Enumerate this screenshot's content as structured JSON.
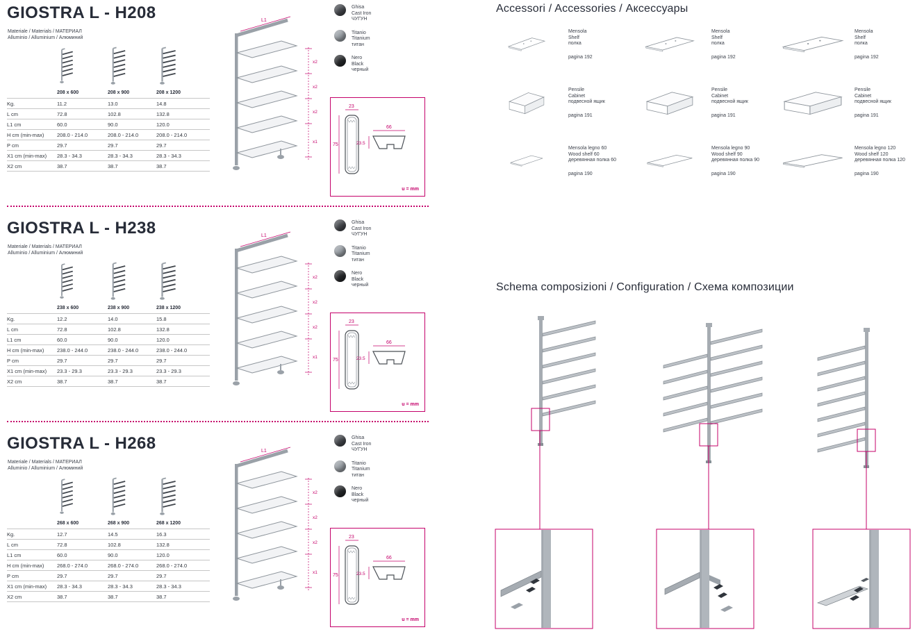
{
  "palette": {
    "accent": "#c4006a",
    "ink": "#272c38",
    "illustration_gray": "#8d949b"
  },
  "materials": {
    "line1": "Materiale / Materials / МАТЕРИАЛ",
    "line2": "Alluminio / Alluminium / Алюминий"
  },
  "finishes": [
    {
      "it": "Ghisa",
      "en": "Cast Iron",
      "ru": "ЧУГУН",
      "hex": "#45484d"
    },
    {
      "it": "Titanio",
      "en": "Titanium",
      "ru": "титан",
      "hex": "#989ea4"
    },
    {
      "it": "Nero",
      "en": "Black",
      "ru": "черный",
      "hex": "#26282b"
    }
  ],
  "profile_detail": {
    "width_top": "23",
    "height_left": "75",
    "width_right": "66",
    "height_right": "23.5",
    "unit": "u = mm"
  },
  "diagram_labels": {
    "top": "L1",
    "mid": "x2",
    "bottom": "x1"
  },
  "icons": {
    "ladder": "ladder-icon",
    "isometric_unit": "isometric-shelving-diagram",
    "profile": "profile-cross-section",
    "shelf": "shelf-icon",
    "cabinet": "cabinet-icon",
    "wood_shelf": "wood-shelf-icon"
  },
  "sections": [
    {
      "title": "GIOSTRA L - H208",
      "variants": [
        "208 x 600",
        "208 x 900",
        "208 x 1200"
      ],
      "rows": [
        [
          "Kg.",
          "11.2",
          "13.0",
          "14.8"
        ],
        [
          "L cm",
          "72.8",
          "102.8",
          "132.8"
        ],
        [
          "L1 cm",
          "60.0",
          "90.0",
          "120.0"
        ],
        [
          "H cm (min-max)",
          "208.0 - 214.0",
          "208.0 - 214.0",
          "208.0 - 214.0"
        ],
        [
          "P cm",
          "29.7",
          "29.7",
          "29.7"
        ],
        [
          "X1 cm (min-max)",
          "28.3 - 34.3",
          "28.3 - 34.3",
          "28.3 - 34.3"
        ],
        [
          "X2 cm",
          "38.7",
          "38.7",
          "38.7"
        ]
      ]
    },
    {
      "title": "GIOSTRA L - H238",
      "variants": [
        "238 x 600",
        "238 x 900",
        "238 x 1200"
      ],
      "rows": [
        [
          "Kg.",
          "12.2",
          "14.0",
          "15.8"
        ],
        [
          "L cm",
          "72.8",
          "102.8",
          "132.8"
        ],
        [
          "L1 cm",
          "60.0",
          "90.0",
          "120.0"
        ],
        [
          "H cm (min-max)",
          "238.0 - 244.0",
          "238.0 - 244.0",
          "238.0 - 244.0"
        ],
        [
          "P cm",
          "29.7",
          "29.7",
          "29.7"
        ],
        [
          "X1 cm (min-max)",
          "23.3 - 29.3",
          "23.3 - 29.3",
          "23.3 - 29.3"
        ],
        [
          "X2 cm",
          "38.7",
          "38.7",
          "38.7"
        ]
      ]
    },
    {
      "title": "GIOSTRA L - H268",
      "variants": [
        "268 x 600",
        "268 x 900",
        "268 x 1200"
      ],
      "rows": [
        [
          "Kg.",
          "12.7",
          "14.5",
          "16.3"
        ],
        [
          "L cm",
          "72.8",
          "102.8",
          "132.8"
        ],
        [
          "L1 cm",
          "60.0",
          "90.0",
          "120.0"
        ],
        [
          "H cm (min-max)",
          "268.0 - 274.0",
          "268.0 - 274.0",
          "268.0 - 274.0"
        ],
        [
          "P cm",
          "29.7",
          "29.7",
          "29.7"
        ],
        [
          "X1 cm (min-max)",
          "28.3 - 34.3",
          "28.3 - 34.3",
          "28.3 - 34.3"
        ],
        [
          "X2 cm",
          "38.7",
          "38.7",
          "38.7"
        ]
      ]
    }
  ],
  "accessories": {
    "title": "Accessori / Accessories / Аксессуары",
    "items": [
      {
        "name_it": "Mensola",
        "name_en": "Shelf",
        "name_ru": "полка",
        "page": "pagina 192",
        "icon": "shelf-icon"
      },
      {
        "name_it": "Mensola",
        "name_en": "Shelf",
        "name_ru": "полка",
        "page": "pagina 192",
        "icon": "shelf-icon"
      },
      {
        "name_it": "Mensola",
        "name_en": "Shelf",
        "name_ru": "полка",
        "page": "pagina 192",
        "icon": "shelf-icon"
      },
      {
        "name_it": "Pensile",
        "name_en": "Cabinet",
        "name_ru": "подвесной ящик",
        "page": "pagina 191",
        "icon": "cabinet-icon"
      },
      {
        "name_it": "Pensile",
        "name_en": "Cabinet",
        "name_ru": "подвесной ящик",
        "page": "pagina 191",
        "icon": "cabinet-icon"
      },
      {
        "name_it": "Pensile",
        "name_en": "Cabinet",
        "name_ru": "подвесной ящик",
        "page": "pagina 191",
        "icon": "cabinet-icon"
      },
      {
        "name_it": "Mensola legno 60",
        "name_en": "Wood shelf 60",
        "name_ru": "деревянная полка 60",
        "page": "pagina 190",
        "icon": "wood-shelf-icon"
      },
      {
        "name_it": "Mensola legno 90",
        "name_en": "Wood shelf 90",
        "name_ru": "деревянная полка 90",
        "page": "pagina 190",
        "icon": "wood-shelf-icon"
      },
      {
        "name_it": "Mensola legno 120",
        "name_en": "Wood shelf 120",
        "name_ru": "деревянная полка 120",
        "page": "pagina 190",
        "icon": "wood-shelf-icon"
      }
    ]
  },
  "schema": {
    "title": "Schema composizioni / Configuration / Схема композиции"
  }
}
